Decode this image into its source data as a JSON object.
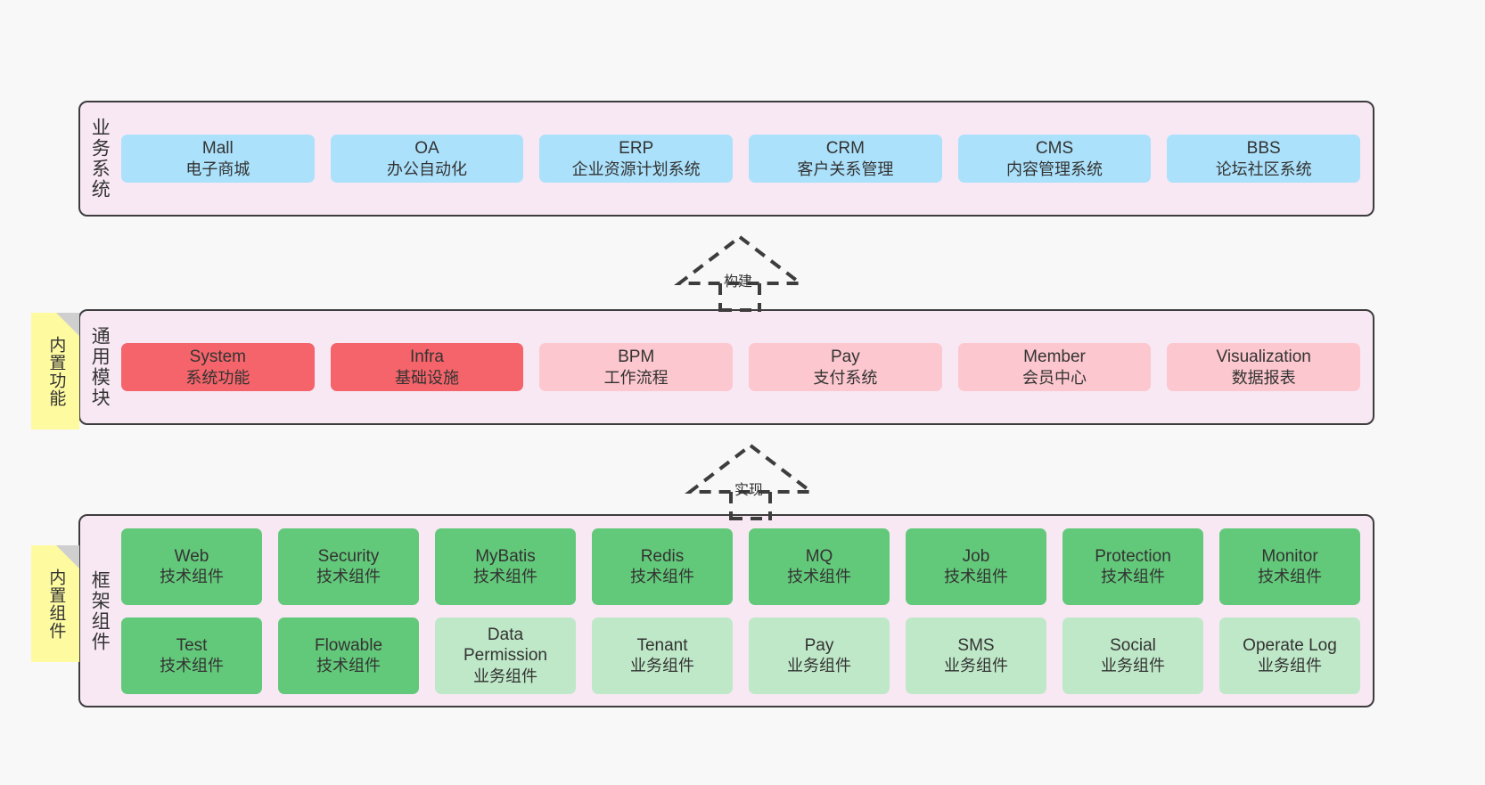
{
  "diagram": {
    "background": "#f8f8f8",
    "container_fill": "#f8e8f4",
    "container_border": "#3d3d3d",
    "note_fill": "#fdfaa0",
    "colors": {
      "business": "#ace1fb",
      "core_module": "#f4646a",
      "module": "#fcc7ce",
      "tech_component": "#63c97a",
      "business_component": "#bfe8c8"
    }
  },
  "layers": [
    {
      "key": "business",
      "title": "业务系统",
      "note": null,
      "rows": [
        [
          {
            "en": "Mall",
            "cn": "电子商城"
          },
          {
            "en": "OA",
            "cn": "办公自动化"
          },
          {
            "en": "ERP",
            "cn": "企业资源计划系统"
          },
          {
            "en": "CRM",
            "cn": "客户关系管理"
          },
          {
            "en": "CMS",
            "cn": "内容管理系统"
          },
          {
            "en": "BBS",
            "cn": "论坛社区系统"
          }
        ]
      ]
    },
    {
      "key": "modules",
      "title": "通用模块",
      "note": "内置功能",
      "rows": [
        [
          {
            "en": "System",
            "cn": "系统功能"
          },
          {
            "en": "Infra",
            "cn": "基础设施"
          },
          {
            "en": "BPM",
            "cn": "工作流程"
          },
          {
            "en": "Pay",
            "cn": "支付系统"
          },
          {
            "en": "Member",
            "cn": "会员中心"
          },
          {
            "en": "Visualization",
            "cn": "数据报表"
          }
        ]
      ]
    },
    {
      "key": "framework",
      "title": "框架组件",
      "note": "内置组件",
      "rows": [
        [
          {
            "en": "Web",
            "cn": "技术组件"
          },
          {
            "en": "Security",
            "cn": "技术组件"
          },
          {
            "en": "MyBatis",
            "cn": "技术组件"
          },
          {
            "en": "Redis",
            "cn": "技术组件"
          },
          {
            "en": "MQ",
            "cn": "技术组件"
          },
          {
            "en": "Job",
            "cn": "技术组件"
          },
          {
            "en": "Protection",
            "cn": "技术组件"
          },
          {
            "en": "Monitor",
            "cn": "技术组件"
          }
        ],
        [
          {
            "en": "Test",
            "cn": "技术组件"
          },
          {
            "en": "Flowable",
            "cn": "技术组件"
          },
          {
            "en": "Data Permission",
            "cn": "业务组件"
          },
          {
            "en": "Tenant",
            "cn": "业务组件"
          },
          {
            "en": "Pay",
            "cn": "业务组件"
          },
          {
            "en": "SMS",
            "cn": "业务组件"
          },
          {
            "en": "Social",
            "cn": "业务组件"
          },
          {
            "en": "Operate Log",
            "cn": "业务组件"
          }
        ]
      ]
    }
  ],
  "connectors": [
    {
      "key": "build",
      "label": "构建",
      "style": "dashed-hollow-triangle"
    },
    {
      "key": "implement",
      "label": "实现",
      "style": "dashed-hollow-triangle"
    }
  ]
}
